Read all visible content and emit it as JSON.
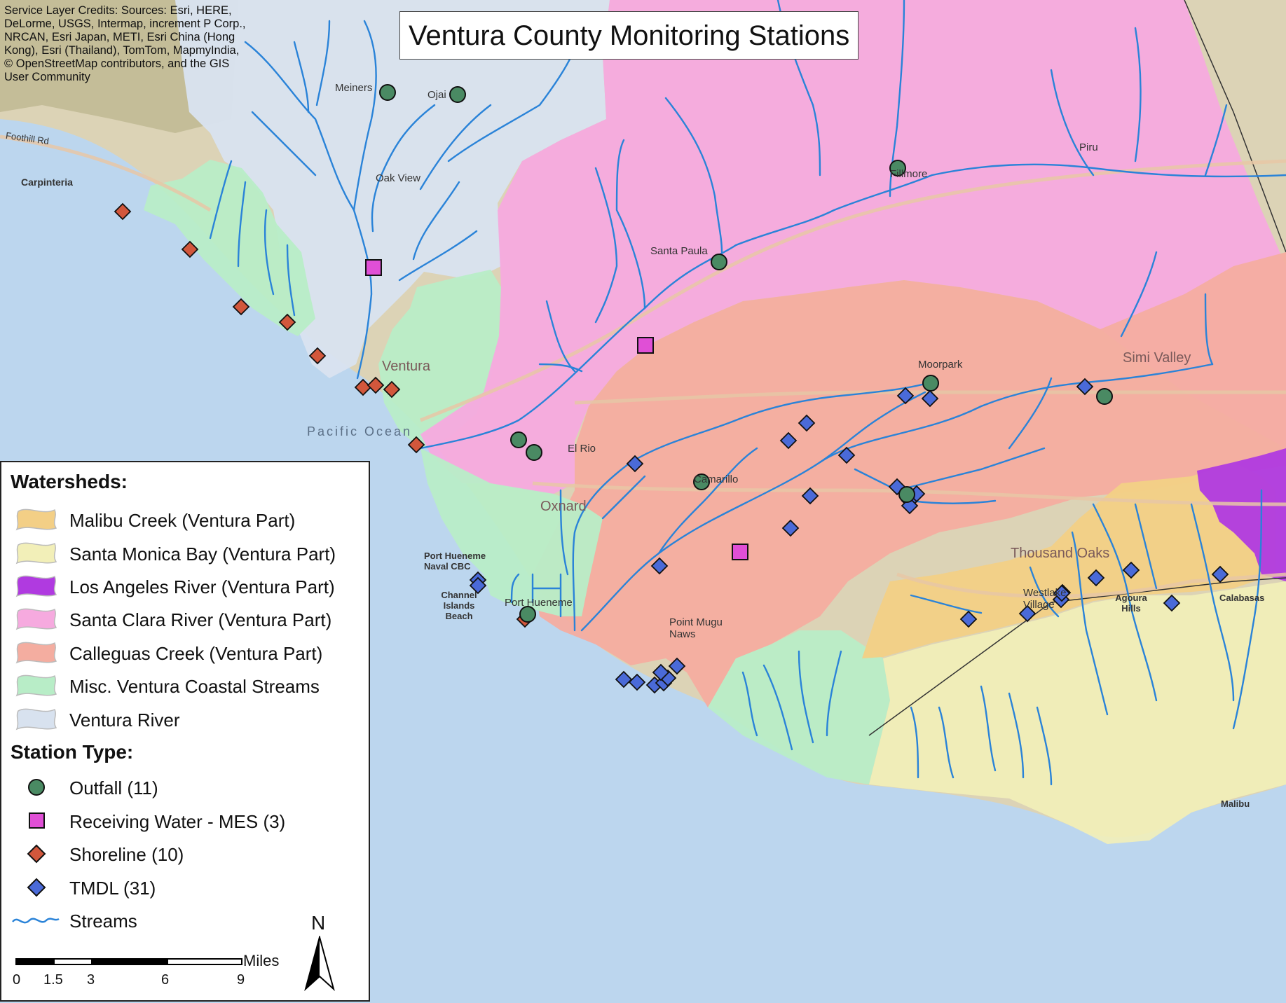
{
  "title": "Ventura County Monitoring Stations",
  "credits": "Service Layer Credits: Sources: Esri, HERE, DeLorme, USGS, Intermap, increment P Corp., NRCAN, Esri Japan, METI, Esri China (Hong Kong), Esri (Thailand), TomTom, MapmyIndia, © OpenStreetMap contributors, and the GIS User Community",
  "colors": {
    "ocean": "#bcd6ee",
    "basemap_land": "#dcd3b6",
    "streams": "#2a83d8",
    "malibu_creek": "#f3cf86",
    "santa_monica_bay": "#f2efb8",
    "los_angeles_river": "#b03ae0",
    "santa_clara_river": "#f6aadf",
    "calleguas_creek": "#f4ada0",
    "misc_coastal": "#b8edc7",
    "ventura_river": "#d8e2ef",
    "outfall": "#4a8a63",
    "receiving_water": "#e04fd6",
    "shoreline": "#d2573c",
    "tmdl": "#4a6ad8"
  },
  "legend": {
    "watersheds_heading": "Watersheds:",
    "watersheds": [
      {
        "label": "Malibu Creek (Ventura Part)",
        "color": "#f3cf86",
        "icon": "malibu-creek-swatch-icon"
      },
      {
        "label": "Santa Monica Bay (Ventura Part)",
        "color": "#f2efb8",
        "icon": "santa-monica-bay-swatch-icon"
      },
      {
        "label": "Los Angeles River (Ventura Part)",
        "color": "#b03ae0",
        "icon": "los-angeles-river-swatch-icon"
      },
      {
        "label": "Santa Clara River (Ventura Part)",
        "color": "#f6aadf",
        "icon": "santa-clara-river-swatch-icon"
      },
      {
        "label": "Calleguas Creek (Ventura Part)",
        "color": "#f4ada0",
        "icon": "calleguas-creek-swatch-icon"
      },
      {
        "label": "Misc. Ventura Coastal Streams",
        "color": "#b8edc7",
        "icon": "misc-coastal-swatch-icon"
      },
      {
        "label": "Ventura River",
        "color": "#d8e2ef",
        "icon": "ventura-river-swatch-icon"
      }
    ],
    "stations_heading": "Station Type:",
    "stations": [
      {
        "label": "Outfall (11)",
        "shape": "circle",
        "color": "#4a8a63",
        "icon": "outfall-circle-icon"
      },
      {
        "label": "Receiving Water - MES (3)",
        "shape": "square",
        "color": "#e04fd6",
        "icon": "receiving-water-square-icon"
      },
      {
        "label": "Shoreline (10)",
        "shape": "diamond",
        "color": "#d2573c",
        "icon": "shoreline-diamond-icon"
      },
      {
        "label": "TMDL (31)",
        "shape": "diamond",
        "color": "#4a6ad8",
        "icon": "tmdl-diamond-icon"
      },
      {
        "label": "Streams",
        "shape": "wave",
        "color": "#2a83d8",
        "icon": "stream-wave-icon"
      }
    ]
  },
  "scalebar": {
    "ticks": [
      "0",
      "1.5",
      "3",
      "6",
      "9"
    ],
    "unit": "Miles"
  },
  "north_arrow": {
    "label": "N",
    "icon": "north-arrow-icon"
  },
  "places": {
    "meiners": "Meiners",
    "ojai": "Ojai",
    "oak_view": "Oak View",
    "carpinteria": "Carpinteria",
    "foothill_rd": "Foothill Rd",
    "santa_paula": "Santa Paula",
    "fillmore": "Fillmore",
    "ventura": "Ventura",
    "pacific_ocean": "Pacific Ocean",
    "el_rio": "El Rio",
    "oxnard": "Oxnard",
    "camarillo": "Camarillo",
    "moorpark": "Moorpark",
    "simi_valley": "Simi Valley",
    "thousand_oaks": "Thousand Oaks",
    "port_hueneme_naval": "Port Hueneme Naval CBC",
    "channel_islands": "Channel Islands Beach",
    "port_hueneme": "Port Hueneme",
    "point_mugu": "Point Mugu Naws",
    "westlake": "Westlake Village",
    "agoura_hills": "Agoura Hills",
    "calabasas": "Calabasas",
    "malibu": "Malibu",
    "piru": "Piru"
  },
  "stations": {
    "outfall": [
      [
        553,
        132
      ],
      [
        653,
        135
      ],
      [
        1281,
        240
      ],
      [
        1026,
        374
      ],
      [
        740,
        628
      ],
      [
        762,
        646
      ],
      [
        1001,
        688
      ],
      [
        1328,
        547
      ],
      [
        1576,
        566
      ],
      [
        1294,
        706
      ],
      [
        753,
        877
      ]
    ],
    "receiving_water": [
      [
        533,
        382
      ],
      [
        921,
        493
      ],
      [
        1056,
        788
      ]
    ],
    "shoreline": [
      [
        175,
        302
      ],
      [
        271,
        356
      ],
      [
        344,
        438
      ],
      [
        410,
        460
      ],
      [
        453,
        508
      ],
      [
        518,
        553
      ],
      [
        536,
        550
      ],
      [
        559,
        556
      ],
      [
        594,
        635
      ],
      [
        749,
        884
      ]
    ],
    "tmdl": [
      [
        1292,
        565
      ],
      [
        1327,
        569
      ],
      [
        1151,
        604
      ],
      [
        1125,
        629
      ],
      [
        1208,
        650
      ],
      [
        906,
        662
      ],
      [
        1156,
        708
      ],
      [
        1128,
        754
      ],
      [
        941,
        808
      ],
      [
        1280,
        695
      ],
      [
        1298,
        715
      ],
      [
        1308,
        705
      ],
      [
        1298,
        722
      ],
      [
        1548,
        552
      ],
      [
        1382,
        884
      ],
      [
        1466,
        876
      ],
      [
        1514,
        856
      ],
      [
        1516,
        846
      ],
      [
        1564,
        825
      ],
      [
        1614,
        814
      ],
      [
        1672,
        861
      ],
      [
        1741,
        820
      ],
      [
        682,
        828
      ],
      [
        682,
        836
      ],
      [
        890,
        970
      ],
      [
        909,
        974
      ],
      [
        934,
        978
      ],
      [
        947,
        975
      ],
      [
        953,
        968
      ],
      [
        943,
        960
      ],
      [
        966,
        951
      ],
      [
        1515,
        847
      ]
    ]
  }
}
